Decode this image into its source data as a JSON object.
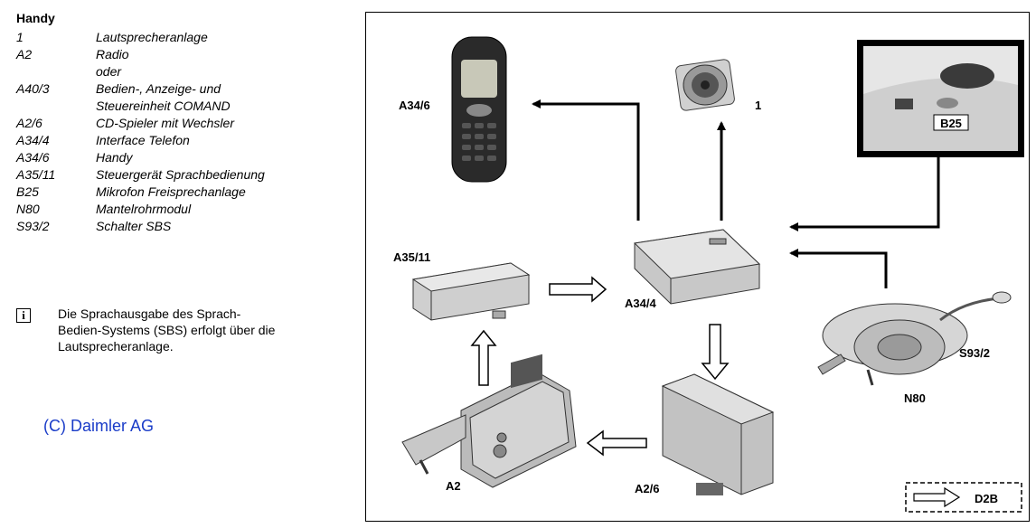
{
  "legend": {
    "title": "Handy",
    "items": [
      {
        "code": "1",
        "text": "Lautsprecheranlage"
      },
      {
        "code": "A2",
        "text": "Radio"
      },
      {
        "code": "",
        "text": "oder"
      },
      {
        "code": "A40/3",
        "text": "Bedien-, Anzeige- und"
      },
      {
        "code": "",
        "text": "Steuereinheit COMAND"
      },
      {
        "code": "A2/6",
        "text": "CD-Spieler mit Wechsler"
      },
      {
        "code": "A34/4",
        "text": "Interface Telefon"
      },
      {
        "code": "A34/6",
        "text": "Handy"
      },
      {
        "code": "A35/11",
        "text": "Steuergerät Sprachbedienung"
      },
      {
        "code": "B25",
        "text": "Mikrofon Freisprechanlage"
      },
      {
        "code": "N80",
        "text": "Mantelrohrmodul"
      },
      {
        "code": "S93/2",
        "text": "Schalter SBS"
      }
    ]
  },
  "note": {
    "icon": "i",
    "text_lines": [
      "Die Sprachausgabe des Sprach-",
      "Bedien-Systems (SBS) erfolgt über die",
      "Lautsprecheranlage."
    ]
  },
  "copyright": "(C) Daimler AG",
  "diagram": {
    "labels": {
      "phone": "A34/6",
      "speaker": "1",
      "mic": "B25",
      "sbs_unit": "A35/11",
      "interface": "A34/4",
      "switch": "S93/2",
      "column_module": "N80",
      "radio": "A2",
      "cd_changer": "A2/6",
      "corner_tag": "D2B"
    }
  }
}
